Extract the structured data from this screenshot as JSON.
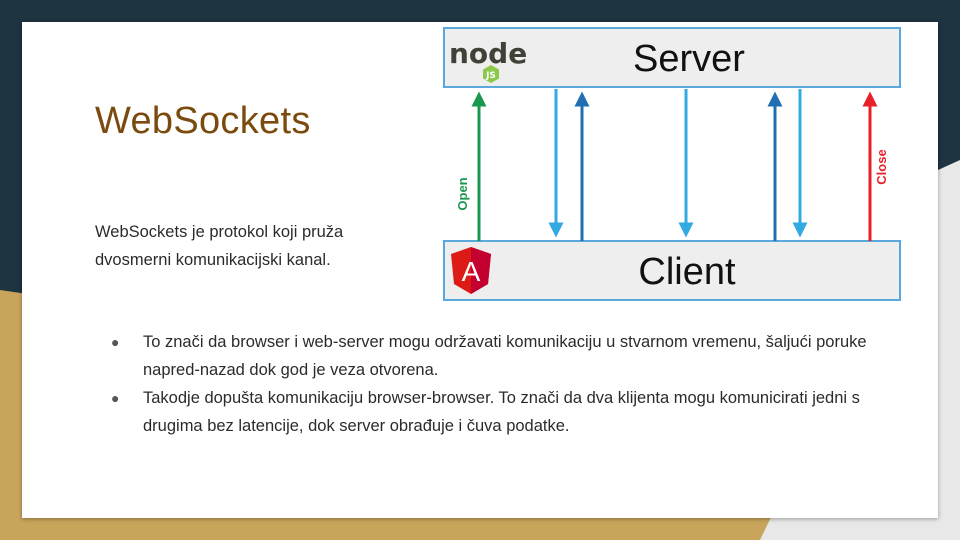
{
  "slide": {
    "title": "WebSockets",
    "intro": "WebSockets je protokol koji pruža dvosmerni komunikacijski kanal.",
    "bullets": [
      "To znači da browser i web-server mogu održavati komunikaciju u stvarnom vremenu, šaljući poruke napred-nazad dok god je veza otvorena.",
      "Takodje dopušta komunikaciju browser-browser. To znači da dva klijenta mogu komunicirati jedni s drugima bez latencije, dok server obrađuje i čuva podatke."
    ]
  },
  "diagram": {
    "server_label": "Server",
    "client_label": "Client",
    "node_logo_text": "node",
    "node_badge_text": "JS",
    "angular_logo_text": "A",
    "open_label": "Open",
    "close_label": "Close",
    "colors": {
      "box_border": "#5aa9dc",
      "box_fill": "#eeeeee",
      "open_arrow": "#1a9850",
      "close_arrow": "#e8202a",
      "down_arrow": "#33a9e1",
      "up_arrow": "#1f6fb2",
      "angular_red": "#dd1b16",
      "node_dark": "#404137",
      "node_green": "#8cc84b"
    }
  }
}
